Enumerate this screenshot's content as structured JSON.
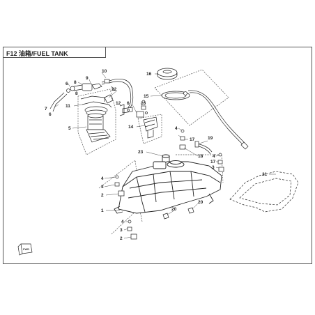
{
  "header": {
    "title": "F12 油箱/FUEL TANK"
  },
  "callouts": [
    {
      "id": "c1",
      "label": "1"
    },
    {
      "id": "c2a",
      "label": "2"
    },
    {
      "id": "c2b",
      "label": "2"
    },
    {
      "id": "c3a",
      "label": "3"
    },
    {
      "id": "c3b",
      "label": "3"
    },
    {
      "id": "c3c",
      "label": "3"
    },
    {
      "id": "c4a",
      "label": "4"
    },
    {
      "id": "c4b",
      "label": "4"
    },
    {
      "id": "c4c",
      "label": "4"
    },
    {
      "id": "c4d",
      "label": "4"
    },
    {
      "id": "c5",
      "label": "5"
    },
    {
      "id": "c6a",
      "label": "6"
    },
    {
      "id": "c6b",
      "label": "6"
    },
    {
      "id": "c6c",
      "label": "6"
    },
    {
      "id": "c7",
      "label": "7"
    },
    {
      "id": "c8a",
      "label": "8"
    },
    {
      "id": "c8b",
      "label": "8"
    },
    {
      "id": "c9",
      "label": "9"
    },
    {
      "id": "c10",
      "label": "10"
    },
    {
      "id": "c11",
      "label": "11"
    },
    {
      "id": "c12",
      "label": "12"
    },
    {
      "id": "c13",
      "label": "13"
    },
    {
      "id": "c14",
      "label": "14"
    },
    {
      "id": "c15",
      "label": "15"
    },
    {
      "id": "c16",
      "label": "16"
    },
    {
      "id": "c17a",
      "label": "17"
    },
    {
      "id": "c17b",
      "label": "17"
    },
    {
      "id": "c18",
      "label": "18"
    },
    {
      "id": "c19",
      "label": "19"
    },
    {
      "id": "c20a",
      "label": "20"
    },
    {
      "id": "c20b",
      "label": "20"
    },
    {
      "id": "c21",
      "label": "21"
    },
    {
      "id": "c22",
      "label": "22"
    },
    {
      "id": "c23",
      "label": "23"
    }
  ],
  "badge": {
    "label": "FWD"
  }
}
